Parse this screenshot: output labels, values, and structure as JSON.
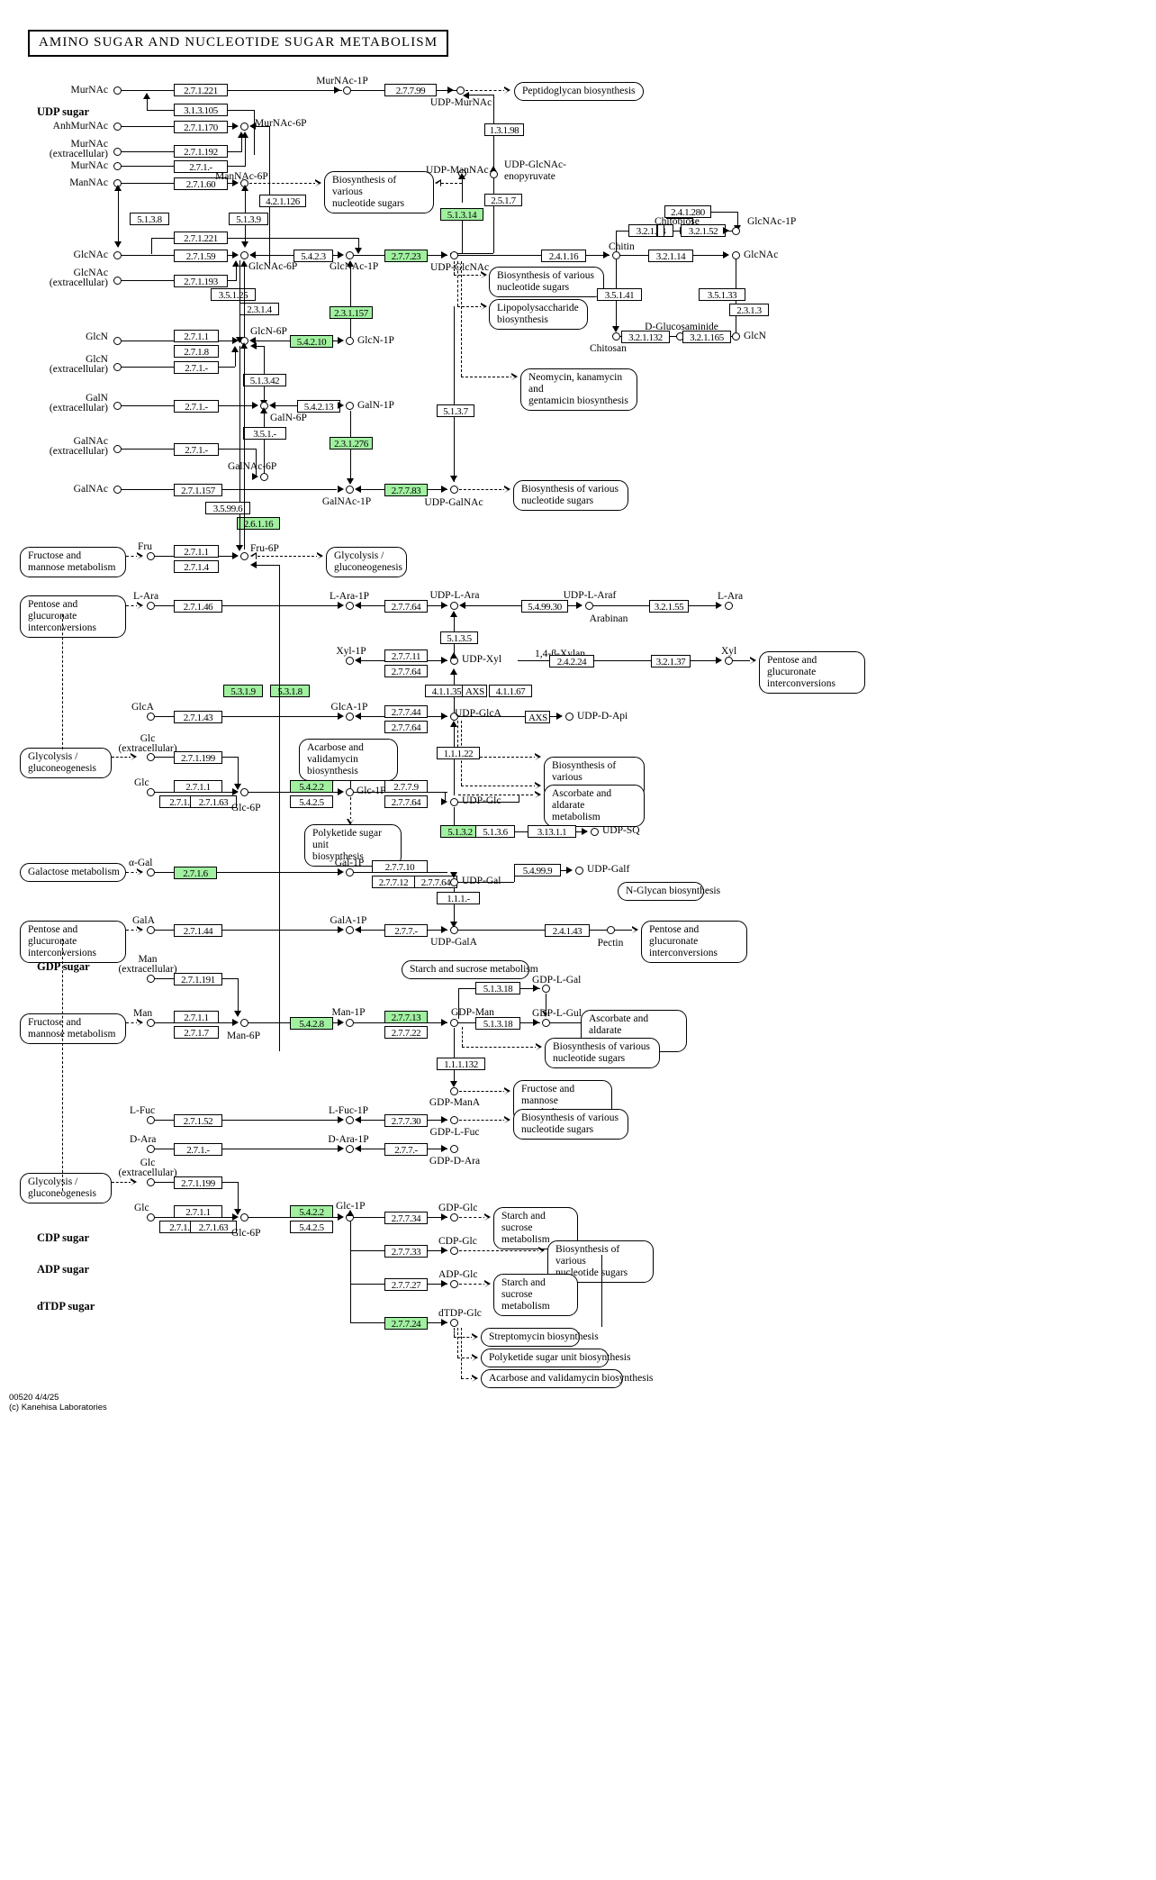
{
  "title": "AMINO  SUGAR  AND  NUCLEOTIDE  SUGAR  METABOLISM",
  "footer": "00520 4/4/25\n(c) Kanehisa Laboratories",
  "colors": {
    "highlight": "#a0f0a0",
    "line": "#000000",
    "background": "#ffffff"
  },
  "sections": [
    {
      "label": "UDP sugar"
    },
    {
      "label": "GDP sugar"
    },
    {
      "label": "CDP sugar"
    },
    {
      "label": "ADP sugar"
    },
    {
      "label": "dTDP sugar"
    }
  ],
  "compounds": [
    {
      "id": "murnac_a",
      "label": "MurNAc"
    },
    {
      "id": "anhmurnac",
      "label": "AnhMurNAc"
    },
    {
      "id": "murnac_ex",
      "label": "MurNAc\n(extracellular)"
    },
    {
      "id": "murnac_b",
      "label": "MurNAc"
    },
    {
      "id": "mannac",
      "label": "ManNAc"
    },
    {
      "id": "murnac6p",
      "label": "MurNAc-6P"
    },
    {
      "id": "mannac6p",
      "label": "ManNAc-6P"
    },
    {
      "id": "murnac1p",
      "label": "MurNAc-1P"
    },
    {
      "id": "udpmurnac",
      "label": "UDP-MurNAc"
    },
    {
      "id": "udpmannac",
      "label": "UDP-ManNAc"
    },
    {
      "id": "udpglcnac_enop",
      "label": "UDP-GlcNAc-\nenopyruvate"
    },
    {
      "id": "glcnac",
      "label": "GlcNAc"
    },
    {
      "id": "glcnac_ex",
      "label": "GlcNAc\n(extracellular)"
    },
    {
      "id": "glcnac6p",
      "label": "GlcNAc-6P"
    },
    {
      "id": "glcnac1p",
      "label": "GlcNAc-1P"
    },
    {
      "id": "udpglcnac",
      "label": "UDP-GlcNAc"
    },
    {
      "id": "chitin",
      "label": "Chitin"
    },
    {
      "id": "chitobiose",
      "label": "Chitobiose"
    },
    {
      "id": "chitosan",
      "label": "Chitosan"
    },
    {
      "id": "dglucosaminide",
      "label": "D-Glucosaminide"
    },
    {
      "id": "glcnac_r1",
      "label": "GlcNAc-1P"
    },
    {
      "id": "glcnac_r2",
      "label": "GlcNAc"
    },
    {
      "id": "glcn_r",
      "label": "GlcN"
    },
    {
      "id": "glcn",
      "label": "GlcN"
    },
    {
      "id": "glcn_ex",
      "label": "GlcN\n(extracellular)"
    },
    {
      "id": "glcn6p",
      "label": "GlcN-6P"
    },
    {
      "id": "glcn1p",
      "label": "GlcN-1P"
    },
    {
      "id": "galn_ex",
      "label": "GalN\n(extracellular)"
    },
    {
      "id": "galn6p",
      "label": "GalN-6P"
    },
    {
      "id": "galn1p",
      "label": "GalN-1P"
    },
    {
      "id": "galnac_ex",
      "label": "GalNAc\n(extracellular)"
    },
    {
      "id": "galnac6p",
      "label": "GalNAc-6P"
    },
    {
      "id": "galnac",
      "label": "GalNAc"
    },
    {
      "id": "galnac1p",
      "label": "GalNAc-1P"
    },
    {
      "id": "udpgalnac",
      "label": "UDP-GalNAc"
    },
    {
      "id": "fru",
      "label": "Fru"
    },
    {
      "id": "fru6p",
      "label": "Fru-6P"
    },
    {
      "id": "lara",
      "label": "L-Ara"
    },
    {
      "id": "lara1p",
      "label": "L-Ara-1P"
    },
    {
      "id": "udplara",
      "label": "UDP-L-Ara"
    },
    {
      "id": "udplaraf",
      "label": "UDP-L-Araf"
    },
    {
      "id": "arabinan",
      "label": "Arabinan"
    },
    {
      "id": "lara_r",
      "label": "L-Ara"
    },
    {
      "id": "xyl1p",
      "label": "Xyl-1P"
    },
    {
      "id": "udpxyl",
      "label": "UDP-Xyl"
    },
    {
      "id": "b14xylan",
      "label": "1,4-β-Xylan"
    },
    {
      "id": "xyl",
      "label": "Xyl"
    },
    {
      "id": "glca",
      "label": "GlcA"
    },
    {
      "id": "glca1p",
      "label": "GlcA-1P"
    },
    {
      "id": "udpglca",
      "label": "UDP-GlcA"
    },
    {
      "id": "udpdapi",
      "label": "UDP-D-Api"
    },
    {
      "id": "glc_ex",
      "label": "Glc\n(extracellular)"
    },
    {
      "id": "glc",
      "label": "Glc"
    },
    {
      "id": "glc6p",
      "label": "Glc-6P"
    },
    {
      "id": "glc1p",
      "label": "Glc-1P"
    },
    {
      "id": "udpglc",
      "label": "UDP-Glc"
    },
    {
      "id": "udpsq",
      "label": "UDP-SQ"
    },
    {
      "id": "agal",
      "label": "α-Gal"
    },
    {
      "id": "gal1p",
      "label": "Gal-1P"
    },
    {
      "id": "udpgal",
      "label": "UDP-Gal"
    },
    {
      "id": "udpgalf",
      "label": "UDP-Galf"
    },
    {
      "id": "gala",
      "label": "GalA"
    },
    {
      "id": "gala1p",
      "label": "GalA-1P"
    },
    {
      "id": "udpgala",
      "label": "UDP-GalA"
    },
    {
      "id": "pectin",
      "label": "Pectin"
    },
    {
      "id": "man_ex",
      "label": "Man\n(extracellular)"
    },
    {
      "id": "man",
      "label": "Man"
    },
    {
      "id": "man6p",
      "label": "Man-6P"
    },
    {
      "id": "man1p",
      "label": "Man-1P"
    },
    {
      "id": "gdpman",
      "label": "GDP-Man"
    },
    {
      "id": "gdplgal",
      "label": "GDP-L-Gal"
    },
    {
      "id": "gdplgul",
      "label": "GDP-L-Gul"
    },
    {
      "id": "gdpmana",
      "label": "GDP-ManA"
    },
    {
      "id": "lfuc",
      "label": "L-Fuc"
    },
    {
      "id": "lfuc1p",
      "label": "L-Fuc-1P"
    },
    {
      "id": "gdplfuc",
      "label": "GDP-L-Fuc"
    },
    {
      "id": "dara",
      "label": "D-Ara"
    },
    {
      "id": "dara1p",
      "label": "D-Ara-1P"
    },
    {
      "id": "gdpdara",
      "label": "GDP-D-Ara"
    },
    {
      "id": "glc_ex2",
      "label": "Glc\n(extracellular)"
    },
    {
      "id": "glc2",
      "label": "Glc"
    },
    {
      "id": "glc6p2",
      "label": "Glc-6P"
    },
    {
      "id": "glc1p2",
      "label": "Glc-1P"
    },
    {
      "id": "gdpglc",
      "label": "GDP-Glc"
    },
    {
      "id": "cdpglc",
      "label": "CDP-Glc"
    },
    {
      "id": "adpglc",
      "label": "ADP-Glc"
    },
    {
      "id": "dtdpglc",
      "label": "dTDP-Glc"
    }
  ],
  "enzymes": [
    {
      "ec": "2.7.1.221",
      "hl": false
    },
    {
      "ec": "3.1.3.105",
      "hl": false
    },
    {
      "ec": "2.7.1.170",
      "hl": false
    },
    {
      "ec": "2.7.1.192",
      "hl": false
    },
    {
      "ec": "2.7.1.-",
      "hl": false
    },
    {
      "ec": "2.7.1.60",
      "hl": false
    },
    {
      "ec": "2.7.7.99",
      "hl": false
    },
    {
      "ec": "1.3.1.98",
      "hl": false
    },
    {
      "ec": "2.5.1.7",
      "hl": false
    },
    {
      "ec": "5.1.3.14",
      "hl": true
    },
    {
      "ec": "4.2.1.126",
      "hl": false
    },
    {
      "ec": "5.1.3.8",
      "hl": false
    },
    {
      "ec": "5.1.3.9",
      "hl": false
    },
    {
      "ec": "2.7.1.59",
      "hl": false
    },
    {
      "ec": "2.7.1.193",
      "hl": false
    },
    {
      "ec": "5.4.2.3",
      "hl": false
    },
    {
      "ec": "2.7.7.23",
      "hl": true
    },
    {
      "ec": "2.4.1.16",
      "hl": false
    },
    {
      "ec": "3.2.1.14",
      "hl": false
    },
    {
      "ec": "2.4.1.280",
      "hl": false
    },
    {
      "ec": "3.2.1.52",
      "hl": false
    },
    {
      "ec": "3.5.1.41",
      "hl": false
    },
    {
      "ec": "3.5.1.33",
      "hl": false
    },
    {
      "ec": "2.3.1.3",
      "hl": false
    },
    {
      "ec": "3.2.1.132",
      "hl": false
    },
    {
      "ec": "3.2.1.165",
      "hl": false
    },
    {
      "ec": "3.5.1.25",
      "hl": false
    },
    {
      "ec": "2.3.1.4",
      "hl": false
    },
    {
      "ec": "2.3.1.157",
      "hl": true
    },
    {
      "ec": "5.4.2.10",
      "hl": true
    },
    {
      "ec": "2.7.1.1",
      "hl": false
    },
    {
      "ec": "2.7.1.8",
      "hl": false
    },
    {
      "ec": "5.1.3.42",
      "hl": false
    },
    {
      "ec": "5.4.2.13",
      "hl": false
    },
    {
      "ec": "3.5.1.-",
      "hl": false
    },
    {
      "ec": "2.3.1.276",
      "hl": true
    },
    {
      "ec": "2.7.1.157",
      "hl": false
    },
    {
      "ec": "2.7.7.83",
      "hl": true
    },
    {
      "ec": "5.1.3.7",
      "hl": false
    },
    {
      "ec": "3.5.99.6",
      "hl": false
    },
    {
      "ec": "2.6.1.16",
      "hl": true
    },
    {
      "ec": "2.7.1.4",
      "hl": false
    },
    {
      "ec": "2.7.1.46",
      "hl": false
    },
    {
      "ec": "2.7.7.64",
      "hl": false
    },
    {
      "ec": "5.4.99.30",
      "hl": false
    },
    {
      "ec": "3.2.1.55",
      "hl": false
    },
    {
      "ec": "5.1.3.5",
      "hl": false
    },
    {
      "ec": "2.7.7.11",
      "hl": false
    },
    {
      "ec": "2.4.2.24",
      "hl": false
    },
    {
      "ec": "3.2.1.37",
      "hl": false
    },
    {
      "ec": "4.1.1.35",
      "hl": false
    },
    {
      "ec": "AXS",
      "hl": false
    },
    {
      "ec": "4.1.1.67",
      "hl": false
    },
    {
      "ec": "5.3.1.9",
      "hl": true
    },
    {
      "ec": "5.3.1.8",
      "hl": true
    },
    {
      "ec": "2.7.1.43",
      "hl": false
    },
    {
      "ec": "2.7.7.44",
      "hl": false
    },
    {
      "ec": "2.7.1.199",
      "hl": false
    },
    {
      "ec": "1.1.1.22",
      "hl": false
    },
    {
      "ec": "5.4.2.2",
      "hl": true
    },
    {
      "ec": "5.4.2.5",
      "hl": false
    },
    {
      "ec": "2.7.1.2",
      "hl": false
    },
    {
      "ec": "2.7.1.63",
      "hl": false
    },
    {
      "ec": "2.7.7.9",
      "hl": false
    },
    {
      "ec": "3.13.1.1",
      "hl": false
    },
    {
      "ec": "5.1.3.2",
      "hl": true
    },
    {
      "ec": "5.1.3.6",
      "hl": false
    },
    {
      "ec": "2.7.1.6",
      "hl": true
    },
    {
      "ec": "2.7.7.10",
      "hl": false
    },
    {
      "ec": "2.7.7.12",
      "hl": false
    },
    {
      "ec": "5.4.99.9",
      "hl": false
    },
    {
      "ec": "1.1.1.-",
      "hl": false
    },
    {
      "ec": "2.7.1.44",
      "hl": false
    },
    {
      "ec": "2.7.7.-",
      "hl": false
    },
    {
      "ec": "2.4.1.43",
      "hl": false
    },
    {
      "ec": "2.7.1.191",
      "hl": false
    },
    {
      "ec": "2.7.1.7",
      "hl": false
    },
    {
      "ec": "5.4.2.8",
      "hl": true
    },
    {
      "ec": "2.7.7.13",
      "hl": true
    },
    {
      "ec": "2.7.7.22",
      "hl": false
    },
    {
      "ec": "5.1.3.18",
      "hl": false
    },
    {
      "ec": "1.1.1.132",
      "hl": false
    },
    {
      "ec": "2.7.1.52",
      "hl": false
    },
    {
      "ec": "2.7.7.30",
      "hl": false
    },
    {
      "ec": "2.7.7.-",
      "hl": false
    },
    {
      "ec": "2.7.7.34",
      "hl": false
    },
    {
      "ec": "2.7.7.33",
      "hl": false
    },
    {
      "ec": "2.7.7.27",
      "hl": false
    },
    {
      "ec": "2.7.7.24",
      "hl": true
    }
  ],
  "map_links": [
    {
      "id": "peptidoglycan",
      "label": "Peptidoglycan biosynthesis"
    },
    {
      "id": "biosyn1",
      "label": "Biosynthesis of various\nnucleotide sugars"
    },
    {
      "id": "biosyn2",
      "label": "Biosynthesis of various\nnucleotide sugars"
    },
    {
      "id": "lipopoly",
      "label": "Lipopolysaccharide\nbiosynthesis"
    },
    {
      "id": "neomycin",
      "label": "Neomycin, kanamycin and\ngentamicin biosynthesis"
    },
    {
      "id": "biosyn3",
      "label": "Biosynthesis of various\nnucleotide sugars"
    },
    {
      "id": "frucmanno1",
      "label": "Fructose and\nmannose metabolism"
    },
    {
      "id": "glycogluco1",
      "label": "Glycolysis /\ngluconeogenesis"
    },
    {
      "id": "pentoseglu1",
      "label": "Pentose and glucuronate\ninterconversions"
    },
    {
      "id": "pentoseglu2",
      "label": "Pentose and glucuronate\ninterconversions"
    },
    {
      "id": "glycogluco2",
      "label": "Glycolysis /\ngluconeogenesis"
    },
    {
      "id": "acarbose1",
      "label": "Acarbose and\nvalidamycin biosynthesis"
    },
    {
      "id": "biosyn4",
      "label": "Biosynthesis of various\nnucleotide sugars"
    },
    {
      "id": "ascorbate1",
      "label": "Ascorbate and aldarate\nmetabolism"
    },
    {
      "id": "polyketide1",
      "label": "Polyketide sugar unit\nbiosynthesis"
    },
    {
      "id": "galactose",
      "label": "Galactose metabolism"
    },
    {
      "id": "nglycan",
      "label": "N-Glycan biosynthesis"
    },
    {
      "id": "pentoseglu3",
      "label": "Pentose and glucuronate\ninterconversions"
    },
    {
      "id": "pentoseglu4",
      "label": "Pentose and glucuronate\ninterconversions"
    },
    {
      "id": "starchsucrose1",
      "label": "Starch and sucrose metabolism"
    },
    {
      "id": "frucmanno2",
      "label": "Fructose and\nmannose metabolism"
    },
    {
      "id": "ascorbate2",
      "label": "Ascorbate and aldarate\nmetabolism"
    },
    {
      "id": "biosyn5",
      "label": "Biosynthesis of various\nnucleotide sugars"
    },
    {
      "id": "frucmanno3",
      "label": "Fructose and mannose\nmetabolism"
    },
    {
      "id": "biosyn6",
      "label": "Biosynthesis of various\nnucleotide sugars"
    },
    {
      "id": "glycogluco3",
      "label": "Glycolysis /\ngluconeogenesis"
    },
    {
      "id": "starchsucrose2",
      "label": "Starch and sucrose\nmetabolism"
    },
    {
      "id": "biosyn7",
      "label": "Biosynthesis of various\nnucleotide sugars"
    },
    {
      "id": "starchsucrose3",
      "label": "Starch and sucrose\nmetabolism"
    },
    {
      "id": "streptomycin",
      "label": "Streptomycin biosynthesis"
    },
    {
      "id": "polyketide2",
      "label": "Polyketide sugar unit biosynthesis"
    },
    {
      "id": "acarbose2",
      "label": "Acarbose and validamycin biosynthesis"
    }
  ]
}
